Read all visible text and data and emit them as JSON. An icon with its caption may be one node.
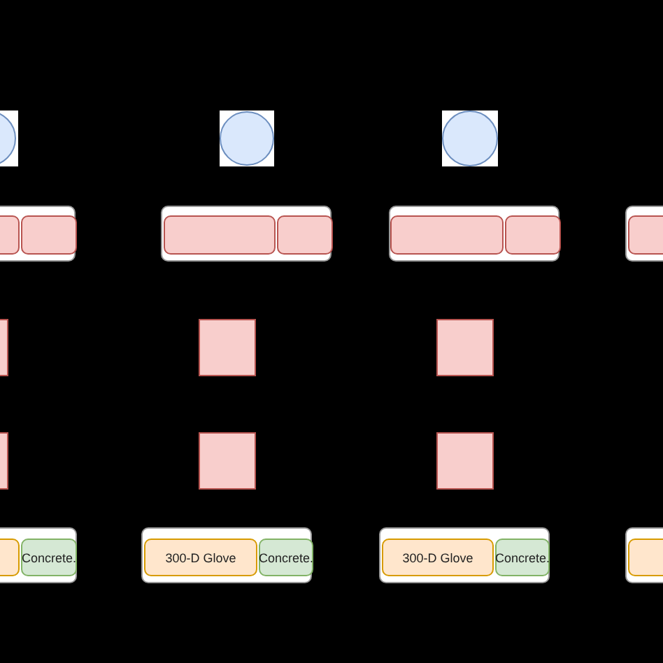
{
  "diagram": {
    "nodes": [
      {
        "text": [],
        "shape": "circle"
      },
      {
        "text": [],
        "shape": "circle"
      },
      {
        "text": [],
        "shape": "circle"
      },
      {
        "text": [],
        "shape": "box"
      },
      {
        "text": [],
        "shape": "box",
        "in": 3
      },
      {
        "text": [],
        "shape": "box",
        "in": 3
      },
      {
        "text": [],
        "shape": "box"
      },
      {
        "text": [],
        "shape": "box",
        "in": 6
      },
      {
        "text": [],
        "shape": "box",
        "in": 6
      },
      {
        "text": [],
        "shape": "box"
      },
      {
        "text": [],
        "shape": "box",
        "in": 9
      },
      {
        "text": [],
        "shape": "box",
        "in": 9
      },
      {
        "text": [],
        "shape": "box"
      },
      {
        "text": [],
        "shape": "box",
        "in": 12
      },
      {
        "text": [],
        "shape": "box"
      },
      {
        "text": [],
        "shape": "box"
      },
      {
        "text": [],
        "shape": "box"
      },
      {
        "text": [],
        "shape": "box"
      },
      {
        "text": [],
        "shape": "box"
      },
      {
        "text": [],
        "shape": "box"
      },
      {
        "text": [],
        "shape": "box"
      },
      {
        "text": [],
        "shape": "box",
        "in": 20
      },
      {
        "text": [
          "Concrete."
        ],
        "in": 20
      },
      {
        "text": [],
        "shape": "box"
      },
      {
        "text": [
          "300-D Glove"
        ],
        "in": 23
      },
      {
        "text": [
          "Concrete."
        ],
        "in": 23
      },
      {
        "text": [],
        "shape": "box"
      },
      {
        "text": [
          "300-D Glove"
        ],
        "in": 26
      },
      {
        "text": [
          "Concrete."
        ],
        "in": 26
      },
      {
        "text": [],
        "shape": "box"
      },
      {
        "text": [],
        "shape": "box",
        "in": 29
      }
    ]
  }
}
